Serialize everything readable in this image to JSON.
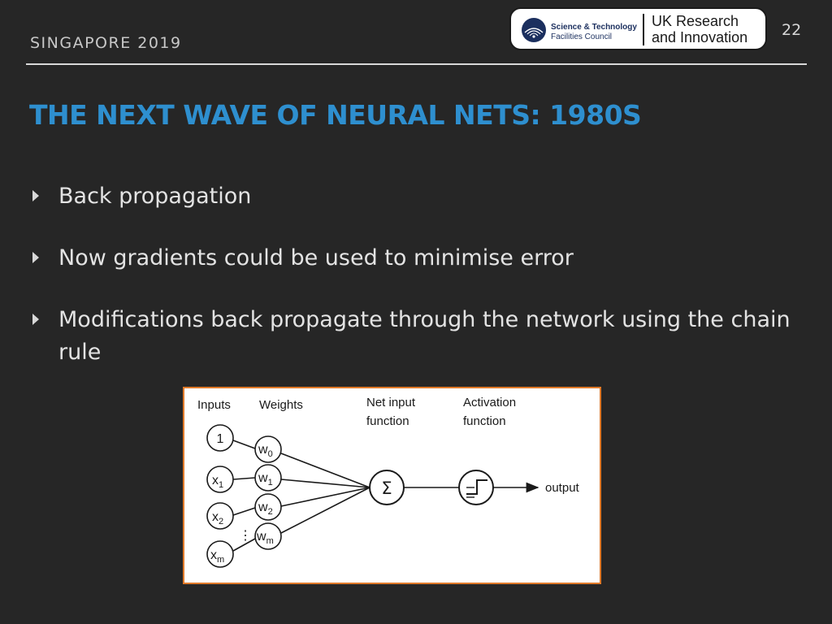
{
  "header": {
    "label": "SINGAPORE 2019",
    "page_number": "22"
  },
  "logo": {
    "stfc_line1": "Science & Technology",
    "stfc_line2": "Facilities Council",
    "ukri_line1": "UK Research",
    "ukri_line2": "and Innovation"
  },
  "title": "THE NEXT WAVE OF NEURAL NETS: 1980S",
  "bullets": [
    "Back propagation",
    "Now gradients could be used to minimise error",
    "Modifications back propagate through the network using the chain rule"
  ],
  "diagram": {
    "label_inputs": "Inputs",
    "label_weights": "Weights",
    "label_net_1": "Net input",
    "label_net_2": "function",
    "label_act_1": "Activation",
    "label_act_2": "function",
    "label_output": "output",
    "input_1": "1",
    "input_x1_base": "x",
    "input_x1_sub": "1",
    "input_x2_base": "x",
    "input_x2_sub": "2",
    "input_xm_base": "x",
    "input_xm_sub": "m",
    "weight_w0_base": "w",
    "weight_w0_sub": "0",
    "weight_w1_base": "w",
    "weight_w1_sub": "1",
    "weight_w2_base": "w",
    "weight_w2_sub": "2",
    "weight_wm_base": "w",
    "weight_wm_sub": "m",
    "sum_symbol": "Σ",
    "ellipsis": "⋮"
  },
  "colors": {
    "background": "#262626",
    "title": "#2e8fcf",
    "diagram_border": "#e07a2a"
  }
}
